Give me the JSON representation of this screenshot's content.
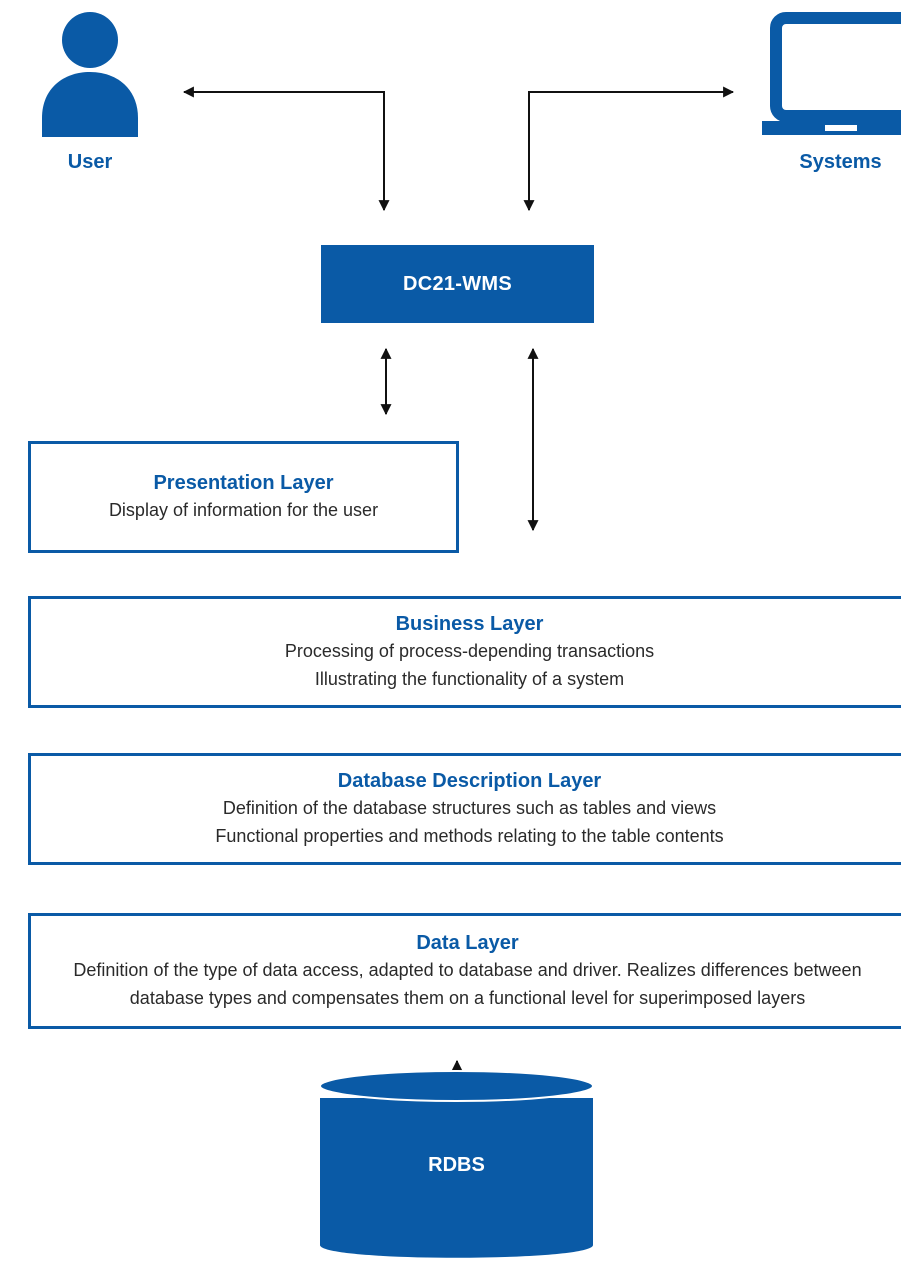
{
  "actors": {
    "user": {
      "label": "User",
      "icon": "user-icon"
    },
    "systems": {
      "label": "Systems",
      "icon": "monitor-icon"
    }
  },
  "core": {
    "label": "DC21-WMS"
  },
  "layers": {
    "presentation": {
      "title": "Presentation Layer",
      "lines": [
        "Display of information for the user"
      ]
    },
    "business": {
      "title": "Business Layer",
      "lines": [
        "Processing of process-depending transactions",
        "Illustrating the functionality of a system"
      ]
    },
    "database_description": {
      "title": "Database Description Layer",
      "lines": [
        "Definition of the database structures such as tables and views",
        "Functional properties and methods relating to the table contents"
      ]
    },
    "data": {
      "title": "Data Layer",
      "lines": [
        "Definition of the type of data access, adapted to database and driver. Realizes differences between",
        "database types and compensates them on a functional level for superimposed layers"
      ]
    }
  },
  "database": {
    "label": "RDBS",
    "icon": "database-cylinder-icon"
  },
  "colors": {
    "primary_blue": "#0a5aa6",
    "text_dark": "#2a2a2a",
    "arrow": "#111111",
    "background": "#ffffff"
  }
}
